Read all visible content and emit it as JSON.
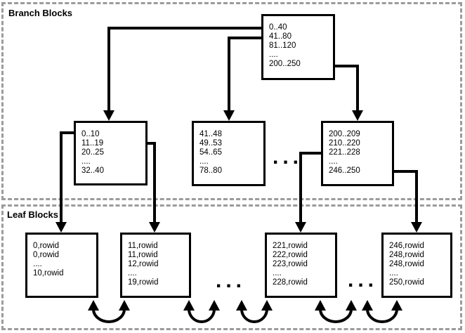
{
  "regions": {
    "branch": {
      "label": "Branch Blocks"
    },
    "leaf": {
      "label": "Leaf Blocks"
    }
  },
  "boxes": {
    "root": {
      "lines": [
        "0..40",
        "41..80",
        "81..120",
        "....",
        "200..250"
      ]
    },
    "branch1": {
      "lines": [
        "0..10",
        "11..19",
        "20..25",
        "....",
        "32..40"
      ]
    },
    "branch2": {
      "lines": [
        "41..48",
        "49..53",
        "54..65",
        "....",
        "78..80"
      ]
    },
    "branch3": {
      "lines": [
        "200..209",
        "210..220",
        "221..228",
        "....",
        "246..250"
      ]
    },
    "leaf1": {
      "lines": [
        "0,rowid",
        "0,rowid",
        "....",
        "10,rowid"
      ]
    },
    "leaf2": {
      "lines": [
        "11,rowid",
        "11,rowid",
        "12,rowid",
        "....",
        "19,rowid"
      ]
    },
    "leaf3": {
      "lines": [
        "221,rowid",
        "222,rowid",
        "223,rowid",
        "....",
        "228,rowid"
      ]
    },
    "leaf4": {
      "lines": [
        "246,rowid",
        "248,rowid",
        "248,rowid",
        "....",
        "250,rowid"
      ]
    }
  },
  "ellipsis": {
    "branch": "...",
    "leaf_left": "...",
    "leaf_right": "..."
  },
  "colors": {
    "box_border": "#000000",
    "region_border": "#9b9b9b",
    "arrow": "#000000",
    "text": "#000000",
    "background": "#ffffff"
  }
}
